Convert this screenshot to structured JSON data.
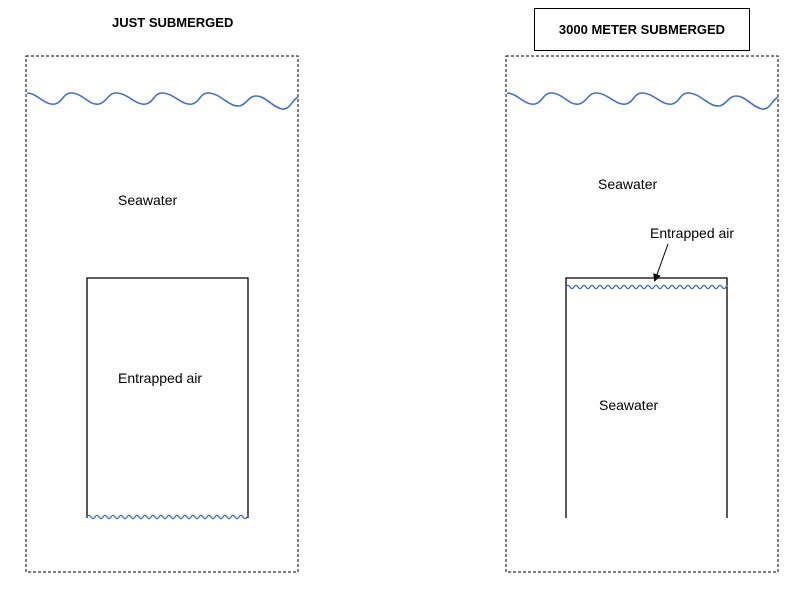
{
  "panels": {
    "left": {
      "title": "JUST SUBMERGED",
      "outer_label": "Seawater",
      "inner_label": "Entrapped air"
    },
    "right": {
      "title": "3000 METER SUBMERGED",
      "outer_label": "Seawater",
      "pointer_label": "Entrapped air",
      "inner_label": "Seawater"
    }
  },
  "colors": {
    "water_line": "#4472C4",
    "outline": "#000000"
  }
}
